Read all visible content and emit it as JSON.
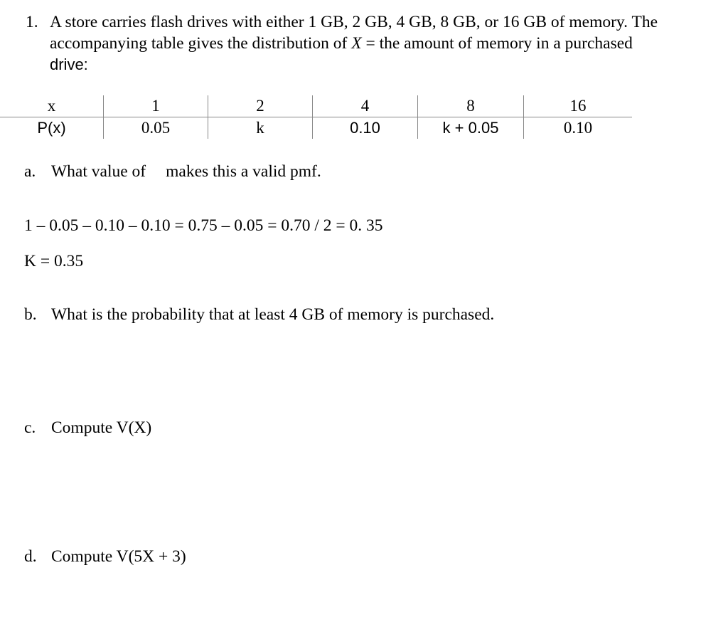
{
  "problem": {
    "number": "1.",
    "text_before_var": "A store carries flash drives with either 1 GB, 2 GB, 4 GB, 8 GB, or 16 GB of memory. The accompanying table gives the distribution of ",
    "var_symbol": "X",
    "text_after_var": " = the amount of memory in a purchased",
    "text_tail": "drive:"
  },
  "table": {
    "row_labels": [
      "x",
      "P(x)"
    ],
    "x_values": [
      "1",
      "2",
      "4",
      "8",
      "16"
    ],
    "p_values": [
      "0.05",
      "k",
      "0.10",
      "k + 0.05",
      "0.10"
    ]
  },
  "parts": {
    "a": {
      "letter": "a.",
      "question_start": "What value of",
      "question_end": "makes this a valid pmf."
    },
    "work_line1": "1 – 0.05 – 0.10 – 0.10 = 0.75 – 0.05 = 0.70 / 2 = 0. 35",
    "work_line2": "K = 0.35",
    "b": {
      "letter": "b.",
      "question": "What is the probability that at least 4 GB of memory is purchased."
    },
    "c": {
      "letter": "c.",
      "question": "Compute V(X)"
    },
    "d": {
      "letter": "d.",
      "question": "Compute V(5X + 3)"
    }
  }
}
